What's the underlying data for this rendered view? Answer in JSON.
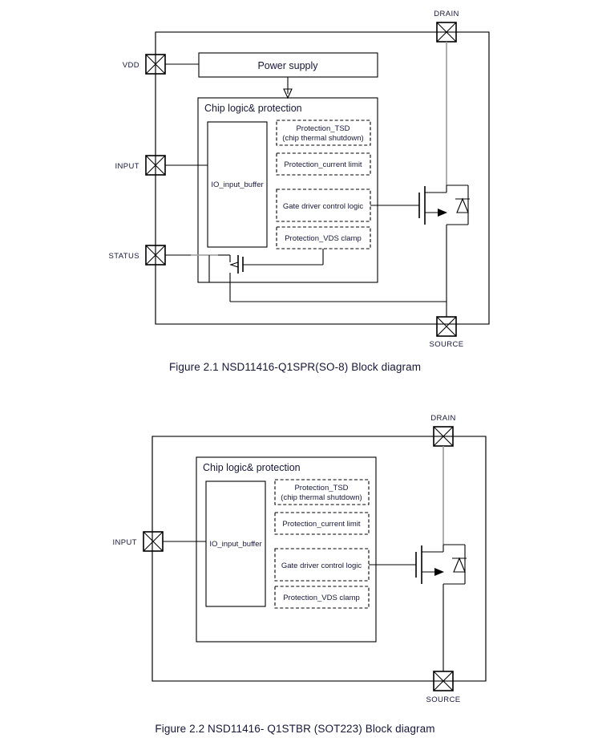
{
  "page": {
    "figures": [
      {
        "id": "fig-2-1",
        "caption": "Figure 2.1 NSD11416-Q1SPR(SO-8) Block diagram",
        "pins": [
          {
            "name": "VDD",
            "label": "VDD"
          },
          {
            "name": "INPUT",
            "label": "INPUT"
          },
          {
            "name": "STATUS",
            "label": "STATUS"
          },
          {
            "name": "DRAIN",
            "label": "DRAIN"
          },
          {
            "name": "SOURCE",
            "label": "SOURCE"
          }
        ],
        "blocks": {
          "power_supply": "Power supply",
          "chip_logic": "Chip logic& protection",
          "io_buffer": "IO_input_buffer",
          "protection_tsd_line1": "Protection_TSD",
          "protection_tsd_line2": "(chip thermal shutdown)",
          "protection_current_limit": "Protection_current limit",
          "gate_driver": "Gate driver control logic",
          "protection_vds": "Protection_VDS clamp"
        }
      },
      {
        "id": "fig-2-2",
        "caption": "Figure 2.2 NSD11416- Q1STBR (SOT223) Block diagram",
        "pins": [
          {
            "name": "INPUT",
            "label": "INPUT"
          },
          {
            "name": "DRAIN",
            "label": "DRAIN"
          },
          {
            "name": "SOURCE",
            "label": "SOURCE"
          }
        ],
        "blocks": {
          "chip_logic": "Chip logic& protection",
          "io_buffer": "IO_input_buffer",
          "protection_tsd_line1": "Protection_TSD",
          "protection_tsd_line2": "(chip thermal shutdown)",
          "protection_current_limit": "Protection_current limit",
          "gate_driver": "Gate driver control logic",
          "protection_vds": "Protection_VDS clamp"
        }
      }
    ],
    "colors": {
      "line": "#000000",
      "text": "#17173a",
      "accent_gray": "#9a9a9a",
      "background": "#ffffff"
    }
  }
}
